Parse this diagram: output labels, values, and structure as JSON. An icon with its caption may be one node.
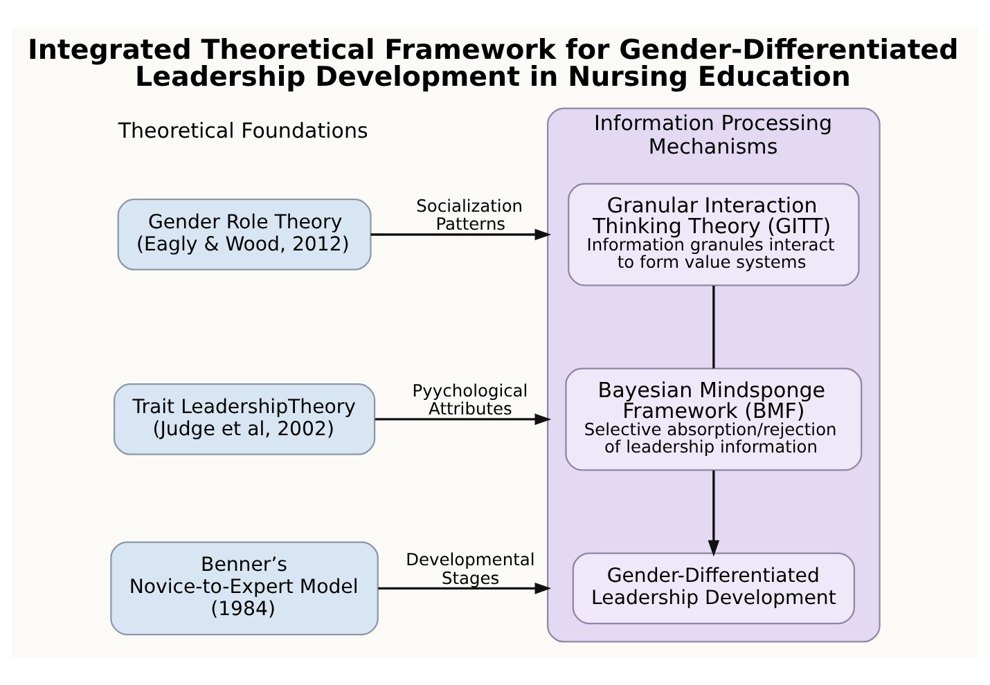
{
  "diagram": {
    "title": "Integrated Theoretical Framework for Gender-Differentiated Leadership Development in Nursing Education",
    "nodes": [
      {
        "text": [
          "Gender Role Theory (Eagly & Wood, 2012)"
        ]
      },
      {
        "text": [
          "Trait LeadershipTheory (Judge et al, 2002)"
        ]
      },
      {
        "text": [
          "Benner’s Novice-to-Expert Model (1984)"
        ]
      },
      {
        "text": [
          "Information Processing Mechanisms"
        ]
      },
      {
        "text": [
          "Granular Interaction Thinking Theory (GITT)",
          "Information granules interact to form value systems"
        ],
        "in": 3
      },
      {
        "text": [
          "Bayesian Mindsponge Framework (BMF)",
          "Selective absorption/rejection of leadership information"
        ],
        "in": 3
      },
      {
        "text": [
          "Gender-Differentiated Leadership Development"
        ],
        "in": 3
      }
    ],
    "edges": [
      {
        "from": 0,
        "to": 3,
        "label": "Socialization Patterns",
        "arrow": "to"
      },
      {
        "from": 1,
        "to": 3,
        "label": "Pyychological Attributes",
        "arrow": "to"
      },
      {
        "from": 2,
        "to": 3,
        "label": "Developmental Stages",
        "arrow": "to"
      },
      {
        "from": 4,
        "to": 5,
        "arrow": "none"
      },
      {
        "from": 5,
        "to": 6,
        "arrow": "to"
      }
    ],
    "labels": [
      "Theoretical Foundations"
    ]
  }
}
